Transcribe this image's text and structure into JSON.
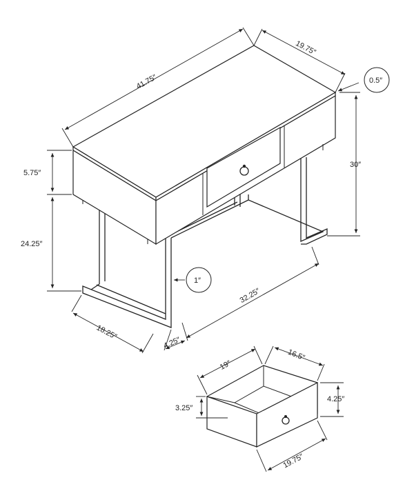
{
  "labels": {
    "table_width": "41.75″",
    "table_depth": "19.75″",
    "top_thickness": "0.5″",
    "table_height": "30″",
    "apron_height": "5.75″",
    "leg_clearance": "24.25″",
    "frame_tube": "1″",
    "frame_depth": "18.25″",
    "frame_inset": "4.25″",
    "frame_span": "32.25″",
    "drawer_width": "19″",
    "drawer_depth": "16.5″",
    "drawer_inner_height": "3.25″",
    "drawer_height": "4.25″",
    "drawer_front_width": "19.75″"
  },
  "colors": {
    "line": "#222222",
    "background": "#ffffff"
  }
}
